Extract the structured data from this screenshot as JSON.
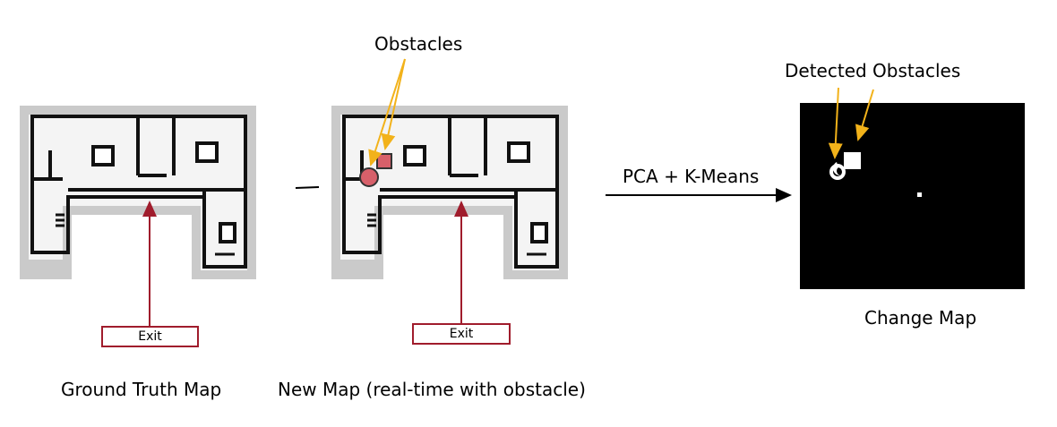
{
  "labels": {
    "obstacles": "Obstacles",
    "detected_obstacles": "Detected Obstacles",
    "method": "PCA + K-Means",
    "change_map": "Change Map",
    "exit_left": "Exit",
    "exit_middle": "Exit",
    "ground_truth": "Ground Truth Map",
    "new_map": "New Map (real-time with obstacle)"
  },
  "colors": {
    "callout_arrow": "#f2b21a",
    "exit_marker": "#a01c2c",
    "wall": "#111111",
    "halo": "#c8c8c8",
    "obstacle": "#d7606a",
    "change_bg": "#000000",
    "change_blob": "#ffffff"
  },
  "operator": "minus"
}
